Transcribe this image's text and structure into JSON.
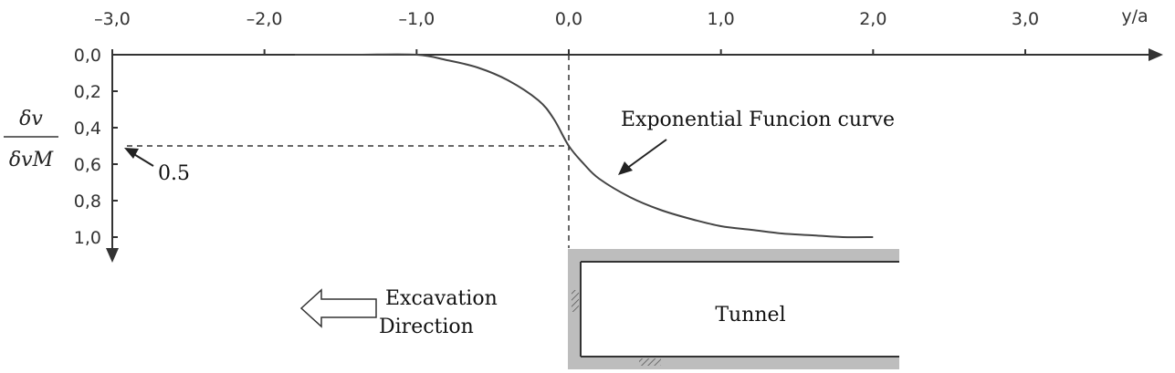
{
  "chart_data": {
    "type": "line",
    "title": "",
    "xlabel": "y/a",
    "ylabel": {
      "numerator": "δv",
      "denominator": "δvM"
    },
    "x_ticks": [
      "–3,0",
      "–2,0",
      "–1,0",
      "0,0",
      "1,0",
      "2,0",
      "3,0"
    ],
    "y_ticks": [
      "0,0",
      "0,2",
      "0,4",
      "0,6",
      "0,8",
      "1,0"
    ],
    "xlim": [
      -3.0,
      3.0
    ],
    "ylim": [
      0.0,
      1.0
    ],
    "y_inverted": true,
    "grid": false,
    "series": [
      {
        "x": [
          -1.8,
          -1.4,
          -1.0,
          -0.8,
          -0.6,
          -0.4,
          -0.2,
          -0.1,
          0.0,
          0.1,
          0.2,
          0.4,
          0.6,
          0.8,
          1.0,
          1.2,
          1.4,
          1.6,
          1.8,
          2.0
        ],
        "y": [
          0.0,
          0.0,
          0.0,
          0.03,
          0.07,
          0.14,
          0.25,
          0.35,
          0.5,
          0.6,
          0.68,
          0.78,
          0.85,
          0.9,
          0.94,
          0.96,
          0.98,
          0.99,
          1.0,
          1.0
        ]
      }
    ],
    "reference_lines": {
      "x": 0.0,
      "y": 0.5
    },
    "annotations": {
      "curve_label": "Exponential Funcion curve",
      "half_value_label": "0.5",
      "excavation_line1": "Excavation",
      "excavation_line2": "Direction",
      "tunnel_label": "Tunnel"
    }
  }
}
